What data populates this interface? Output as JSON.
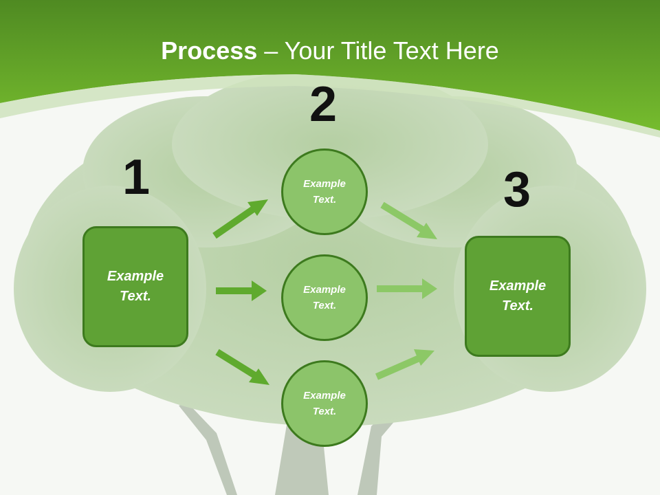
{
  "title": {
    "bold": "Process",
    "rest": " – Your Title Text Here"
  },
  "steps": [
    "1",
    "2",
    "3"
  ],
  "left_box": {
    "text": "Example\nText."
  },
  "circles": [
    {
      "text": "Example\nText."
    },
    {
      "text": "Example\nText."
    },
    {
      "text": "Example\nText."
    }
  ],
  "right_box": {
    "text": "Example\nText."
  },
  "colors": {
    "header_green": "#6fb52c",
    "box_green": "#5fa235",
    "circle_green": "#8cc46a",
    "border_green": "#3d7a1e",
    "arrow_green": "#5faa2e",
    "arrow_light": "#8cc866"
  }
}
